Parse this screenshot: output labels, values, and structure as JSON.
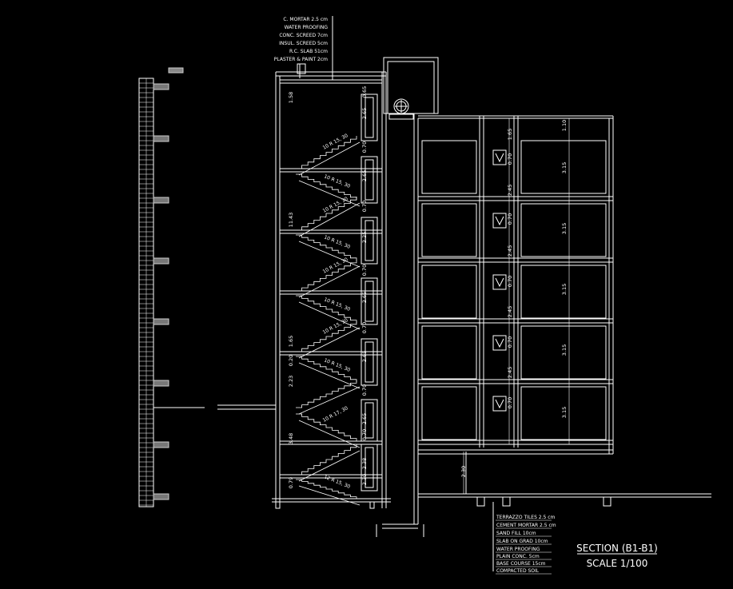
{
  "title": {
    "main": "SECTION (B1-B1)",
    "scale": "SCALE 1/100"
  },
  "roof_layers": [
    "C. MORTAR 2.5 cm",
    "WATER PROOFING",
    "CONC. SCREED 7cm",
    "INSUL. SCREED 5cm",
    "R.C. SLAB 51cm",
    "PLASTER & PAINT 2cm"
  ],
  "floor_layers": [
    "TERRAZZO TILES 2.5 cm",
    "CEMENT MORTAR 2.5 cm",
    "SAND FILL 10cm",
    "SLAB ON GRAD 10cm",
    "WATER PROOFING",
    "PLAIN CONC. 5cm",
    "BASE COURSE 15cm",
    "COMPACTED SOIL"
  ],
  "stair_dims": [
    "1.58",
    "11.43",
    "1.65",
    "0.20",
    "2.23",
    "3.48",
    "0.79"
  ],
  "stair_labels": [
    "10 R 15, 30",
    "10 R 15, 30",
    "10 R 15, 30",
    "10 R 15, 30",
    "10 R 15, 30",
    "10 R 15, 30",
    "10 R 15, 30",
    "10 R 15, 30",
    "10 R 17, 30",
    "12 R 15, 30"
  ],
  "shaft_dims": [
    "0.65",
    "2.65",
    "0.70",
    "2.65",
    "0.70",
    "2.25",
    "0.70",
    "2.65",
    "0.70",
    "2.65",
    "0.70",
    "2.65",
    "0.70",
    "2.38",
    "2.30",
    "0.50"
  ],
  "right_dims": [
    "1.65",
    "0.70",
    "2.45",
    "0.70",
    "2.45",
    "0.70",
    "2.45",
    "0.70",
    "2.45",
    "0.70"
  ],
  "floor_heights": [
    "1.10",
    "3.15",
    "3.15",
    "3.15",
    "3.15",
    "3.15"
  ],
  "basement_dim": "2.30"
}
